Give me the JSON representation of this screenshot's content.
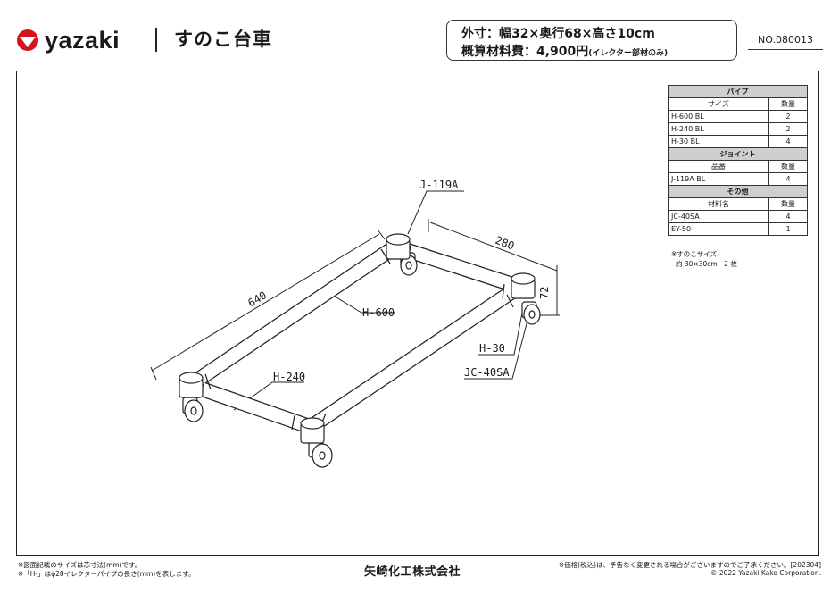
{
  "header": {
    "brand": "yazaki",
    "title": "すのこ台車",
    "spec_line1": "外寸：幅32×奥行68×高さ10cm",
    "spec_line2_main": "概算材料費：4,900円",
    "spec_line2_note": "(イレクター部材のみ)",
    "doc_no": "NO.080013"
  },
  "parts": {
    "pipe": {
      "header": "パイプ",
      "col_name": "サイズ",
      "col_qty": "数量",
      "rows": [
        {
          "name": "H-600 BL",
          "qty": "2"
        },
        {
          "name": "H-240 BL",
          "qty": "2"
        },
        {
          "name": "H-30 BL",
          "qty": "4"
        }
      ]
    },
    "joint": {
      "header": "ジョイント",
      "col_name": "品番",
      "col_qty": "数量",
      "rows": [
        {
          "name": "J-119A BL",
          "qty": "4"
        }
      ]
    },
    "other": {
      "header": "その他",
      "col_name": "材料名",
      "col_qty": "数量",
      "rows": [
        {
          "name": "JC-40SA",
          "qty": "4"
        },
        {
          "name": "EY-50",
          "qty": "1"
        }
      ]
    },
    "note_title": "※すのこサイズ",
    "note_body": "約 30×30cm　2 枚"
  },
  "drawing": {
    "label_joint": "J-119A",
    "label_width": "280",
    "label_height": "72",
    "label_length": "640",
    "label_long_pipe": "H-600",
    "label_short_pipe": "H-240",
    "label_short_post": "H-30",
    "label_caster": "JC-40SA"
  },
  "footer": {
    "left_line1": "※図面記載のサイズは芯寸法(mm)です。",
    "left_line2": "※「H-」はφ28イレクターパイプの長さ(mm)を表します。",
    "company": "矢崎化工株式会社",
    "right_line1": "※価格(税込)は、予告なく変更される場合がございますのでご了承ください。[202304]",
    "right_line2": "© 2022 Yazaki Kako Corporation."
  }
}
